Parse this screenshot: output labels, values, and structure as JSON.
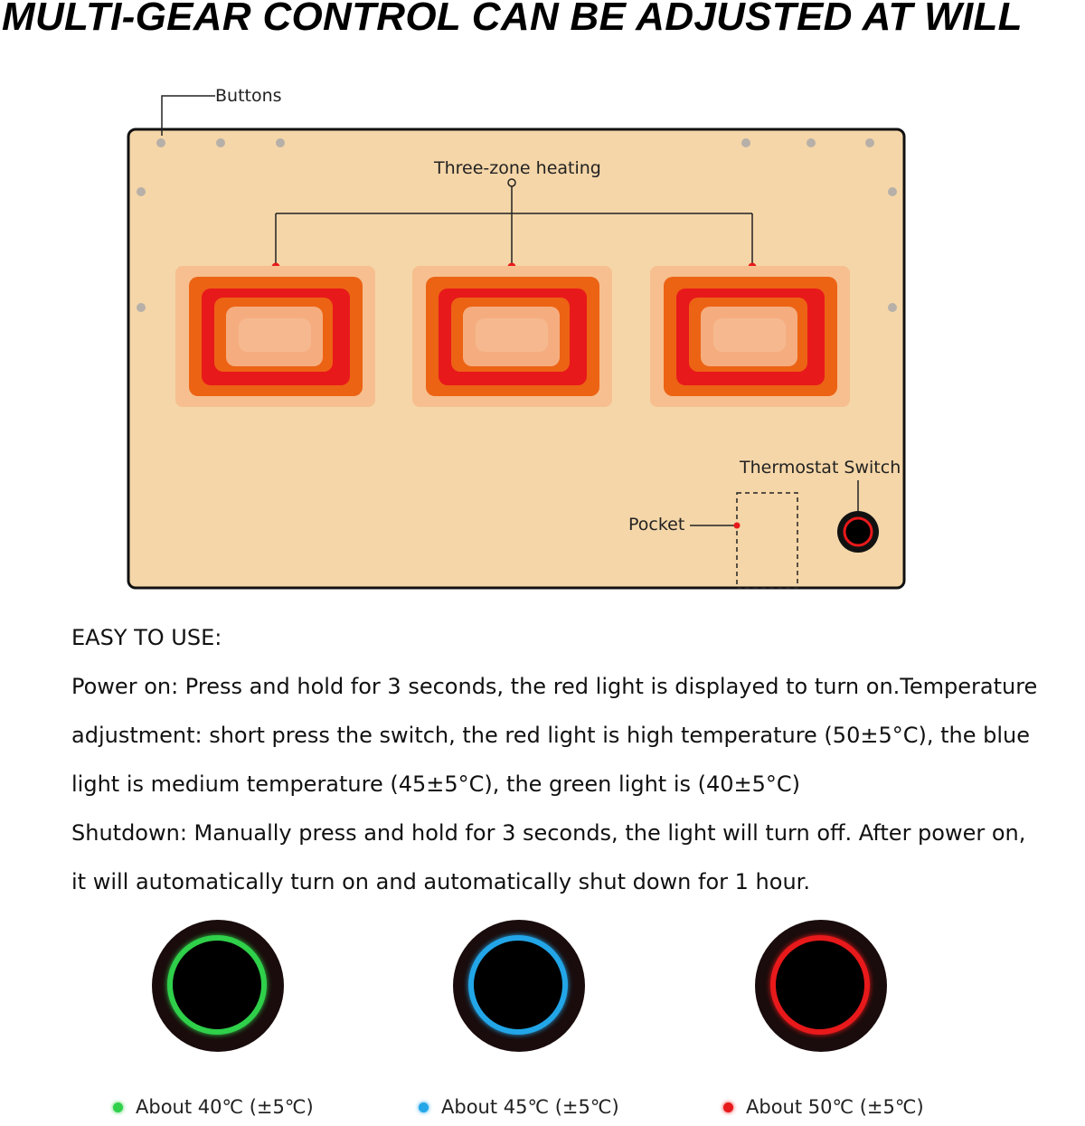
{
  "title": "MULTI-GEAR CONTROL CAN BE ADJUSTED AT WILL",
  "diagram": {
    "buttons_label": "Buttons",
    "three_zone_label": "Three-zone heating",
    "thermostat_label": "Thermostat Switch",
    "pocket_label": "Pocket"
  },
  "instructions": {
    "heading": "EASY TO USE:",
    "line1": "Power on: Press and hold for 3 seconds, the red light is displayed to turn on.Temperature",
    "line2": "adjustment: short press the switch, the red light is high temperature (50±5°C), the blue",
    "line3": "light is medium temperature (45±5°C), the green light is (40±5°C)",
    "line4": "Shutdown: Manually press and hold for 3 seconds, the light will turn off. After power on,",
    "line5": "it will automatically turn on and automatically shut down for 1 hour."
  },
  "modes": [
    {
      "label": "About 40℃ (±5℃)",
      "color": "#2fd04a"
    },
    {
      "label": "About 45℃ (±5℃)",
      "color": "#22a6e8"
    },
    {
      "label": "About 50℃ (±5℃)",
      "color": "#e8191b"
    }
  ],
  "colors": {
    "pad": "#f5d6a8",
    "zone_outer": "#f7bf8f",
    "zone_orange": "#ec6314",
    "zone_red": "#e8191b",
    "zone_core": "#f5ad7f"
  }
}
